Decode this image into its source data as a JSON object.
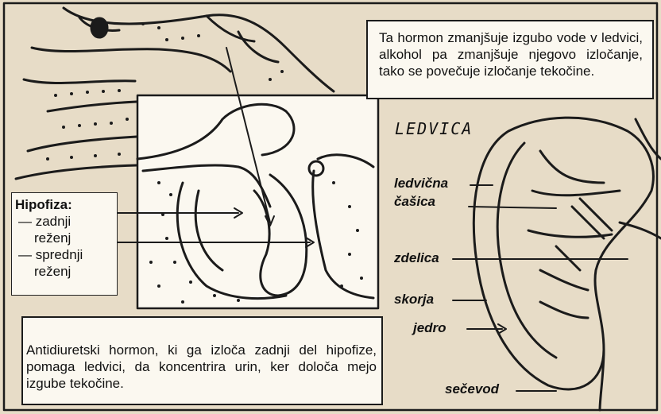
{
  "top_note": "Ta hormon zmanjšuje izgubo vode v ledvici, alkohol pa zmanjšuje njegovo izločanje, tako se povečuje izločanje tekočine.",
  "bottom_note": "Antidiuretski hormon, ki ga izloča zadnji del hipofize, pomaga ledvici, da koncentrira urin, ker določa mejo izgube tekočine.",
  "hypophysis": {
    "title": "Hipofiza:",
    "item1_a": "— zadnji",
    "item1_b": "reženj",
    "item2_a": "— sprednji",
    "item2_b": "reženj"
  },
  "kidney": {
    "title": "LEDVICA",
    "labels": {
      "calyx_1": "ledvična",
      "calyx_2": "čašica",
      "pelvis": "zdelica",
      "cortex": "skorja",
      "medulla": "jedro",
      "ureter": "sečevod"
    }
  },
  "colors": {
    "paper": "#e7dcc7",
    "box": "#fbf8f0",
    "ink": "#1b1b1b"
  }
}
